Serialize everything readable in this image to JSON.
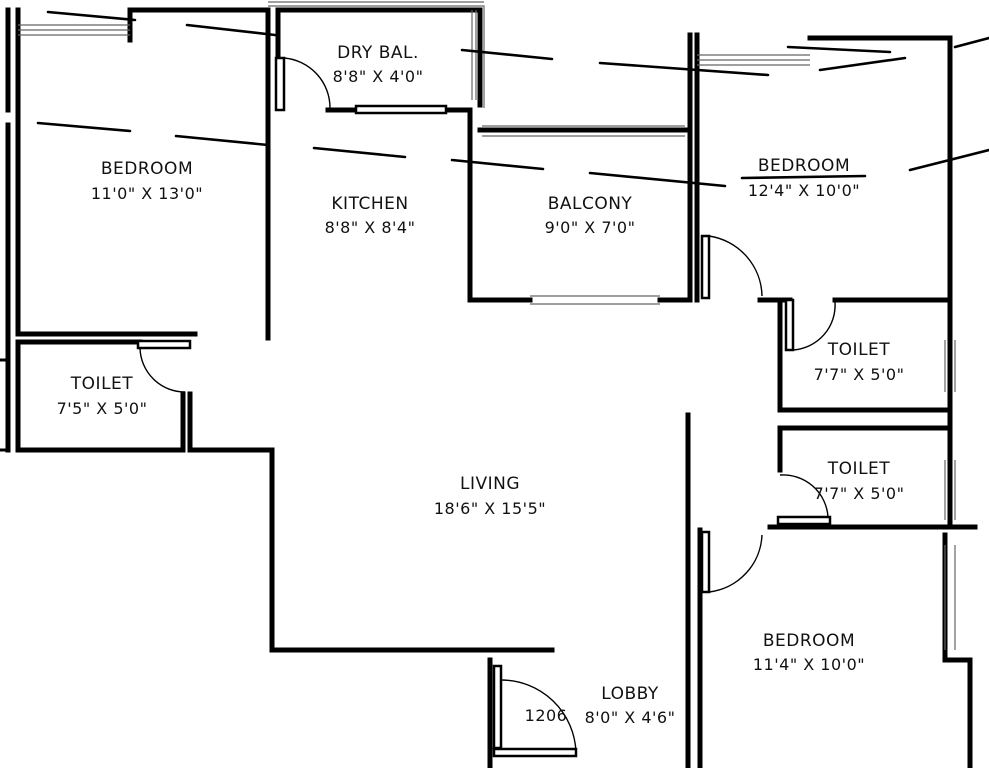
{
  "rooms": {
    "bedroom_left": {
      "name": "BEDROOM",
      "dim": "11'0\" X 13'0\""
    },
    "dry_balcony": {
      "name": "DRY BAL.",
      "dim": "8'8\" X 4'0\""
    },
    "kitchen": {
      "name": "KITCHEN",
      "dim": "8'8\" X 8'4\""
    },
    "balcony": {
      "name": "BALCONY",
      "dim": "9'0\" X 7'0\""
    },
    "bedroom_right": {
      "name": "BEDROOM",
      "dim": "12'4\" X 10'0\""
    },
    "toilet_left": {
      "name": "TOILET",
      "dim": "7'5\" X 5'0\""
    },
    "toilet_right_1": {
      "name": "TOILET",
      "dim": "7'7\" X 5'0\""
    },
    "toilet_right_2": {
      "name": "TOILET",
      "dim": "7'7\" X 5'0\""
    },
    "living": {
      "name": "LIVING",
      "dim": "18'6\" X 15'5\""
    },
    "lobby": {
      "name": "LOBBY",
      "dim": "8'0\" X 4'6\""
    },
    "bedroom_bottom": {
      "name": "BEDROOM",
      "dim": "11'4\" X 10'0\""
    }
  },
  "door_tag": "1206"
}
